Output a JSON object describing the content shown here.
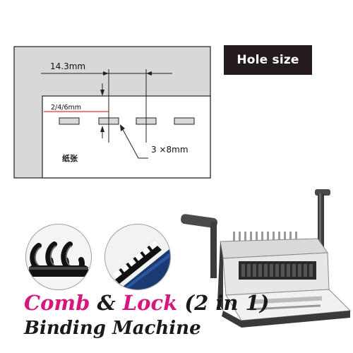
{
  "diagram": {
    "pitch_label": "14.3mm",
    "margin_label": "2/4/6mm",
    "hole_dim_label": "3 ×8mm",
    "paper_label": "纸张"
  },
  "badge": {
    "label": "Hole size"
  },
  "headline": {
    "word1": "Comb",
    "amp": " & ",
    "word2": "Lock",
    "rest": " (2 in 1)",
    "line2": "Binding Machine"
  },
  "colors": {
    "accent_pink": "#d8157d",
    "badge_bg": "#241b1d",
    "diagram_gray": "#d8d8d8"
  },
  "icons": [
    "comb-binding-spine-icon",
    "lock-binding-spine-icon",
    "binding-machine-image"
  ]
}
